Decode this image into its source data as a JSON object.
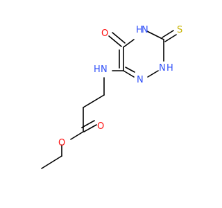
{
  "colors": {
    "bond": "#000000",
    "oxygen": "#ff0d0d",
    "nitrogen": "#3050f8",
    "sulfur": "#c8b400",
    "background": "#ffffff"
  },
  "atoms": {
    "ring_oxo_O": "O",
    "ring_N4": "N",
    "ring_N4_H": "H",
    "thione_S": "S",
    "ring_N2": "N",
    "ring_N2_H": "H",
    "ring_N1": "N",
    "amine_N": "N",
    "amine_H": "H",
    "ester_carbonyl_O": "O",
    "ester_ether_O": "O"
  }
}
